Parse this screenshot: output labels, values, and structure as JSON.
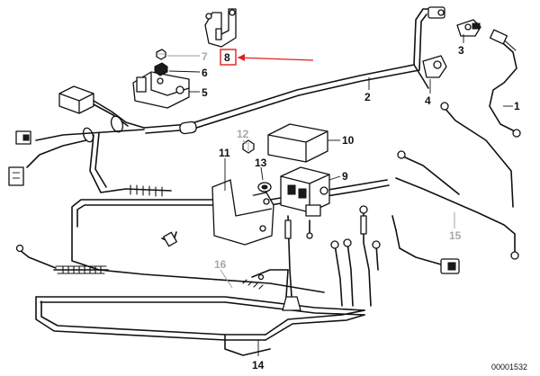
{
  "labels": {
    "l1": "1",
    "l2": "2",
    "l3": "3",
    "l4": "4",
    "l5": "5",
    "l6": "6",
    "l7": "7",
    "l8": "8",
    "l9": "9",
    "l10": "10",
    "l11": "11",
    "l12": "12",
    "l13": "13",
    "l14": "14",
    "l15": "15",
    "l16": "16"
  },
  "catalog_number": "00001532",
  "colors": {
    "highlight": "#e02020",
    "ink": "#111111",
    "faded": "#a8a8a8"
  }
}
